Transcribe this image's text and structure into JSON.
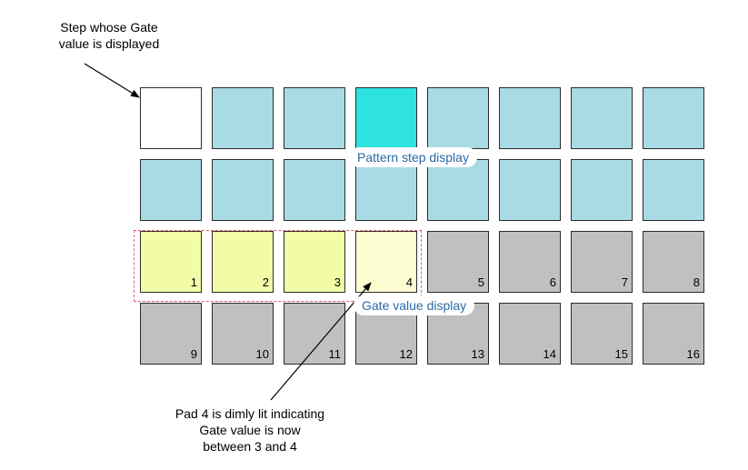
{
  "annotations": {
    "top": [
      "Step whose Gate",
      "value is displayed"
    ],
    "bottom": [
      "Pad 4 is dimly lit indicating",
      "Gate value is now",
      "between 3 and 4"
    ]
  },
  "callouts": {
    "pattern": "Pattern step display",
    "gate": "Gate value display"
  },
  "colors": {
    "white": "#ffffff",
    "light_blue": "#a9dbe5",
    "cyan": "#2de2e0",
    "yellow_green": "#f2fca6",
    "pale_yellow": "#fcfdd0",
    "gray": "#c0c0c0"
  },
  "rows": [
    {
      "pads": [
        {
          "color": "white",
          "label": ""
        },
        {
          "color": "light_blue",
          "label": ""
        },
        {
          "color": "light_blue",
          "label": ""
        },
        {
          "color": "cyan",
          "label": ""
        },
        {
          "color": "light_blue",
          "label": ""
        },
        {
          "color": "light_blue",
          "label": ""
        },
        {
          "color": "light_blue",
          "label": ""
        },
        {
          "color": "light_blue",
          "label": ""
        }
      ]
    },
    {
      "pads": [
        {
          "color": "light_blue",
          "label": ""
        },
        {
          "color": "light_blue",
          "label": ""
        },
        {
          "color": "light_blue",
          "label": ""
        },
        {
          "color": "light_blue",
          "label": ""
        },
        {
          "color": "light_blue",
          "label": ""
        },
        {
          "color": "light_blue",
          "label": ""
        },
        {
          "color": "light_blue",
          "label": ""
        },
        {
          "color": "light_blue",
          "label": ""
        }
      ]
    },
    {
      "pads": [
        {
          "color": "yellow_green",
          "label": "1"
        },
        {
          "color": "yellow_green",
          "label": "2"
        },
        {
          "color": "yellow_green",
          "label": "3"
        },
        {
          "color": "pale_yellow",
          "label": "4"
        },
        {
          "color": "gray",
          "label": "5"
        },
        {
          "color": "gray",
          "label": "6"
        },
        {
          "color": "gray",
          "label": "7"
        },
        {
          "color": "gray",
          "label": "8"
        }
      ]
    },
    {
      "pads": [
        {
          "color": "gray",
          "label": "9"
        },
        {
          "color": "gray",
          "label": "10"
        },
        {
          "color": "gray",
          "label": "11"
        },
        {
          "color": "gray",
          "label": "12"
        },
        {
          "color": "gray",
          "label": "13"
        },
        {
          "color": "gray",
          "label": "14"
        },
        {
          "color": "gray",
          "label": "15"
        },
        {
          "color": "gray",
          "label": "16"
        }
      ]
    }
  ]
}
